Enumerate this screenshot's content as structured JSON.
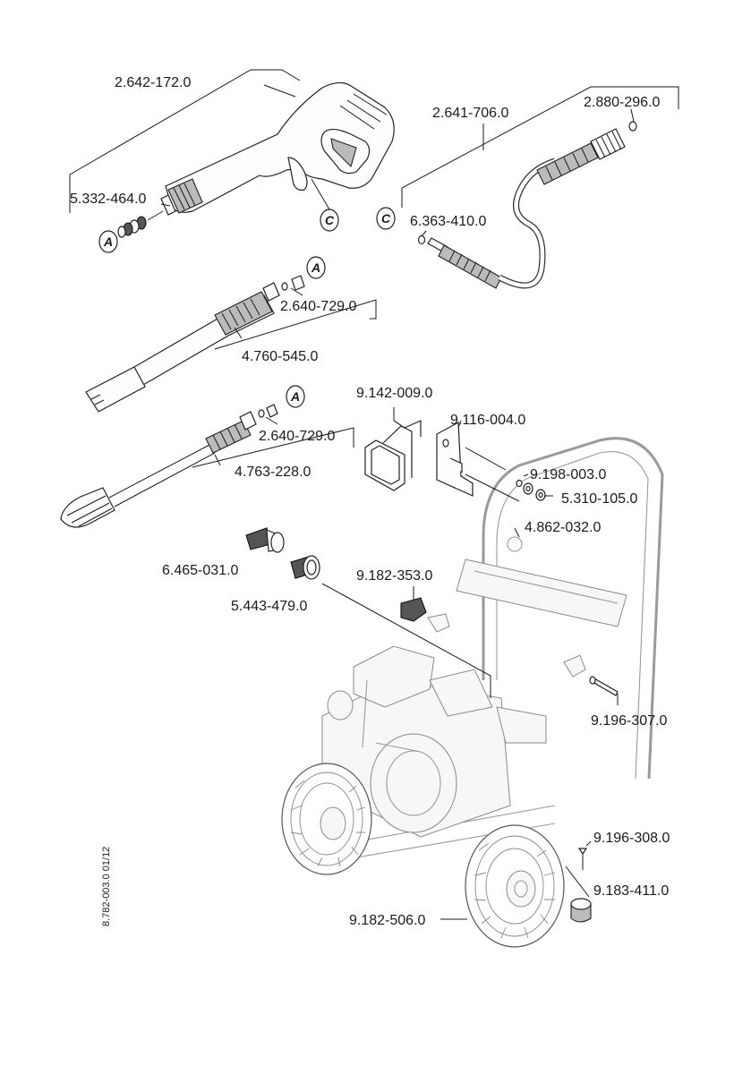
{
  "document_id": "8.782-003.0 01/12",
  "callout_markers": {
    "A": "A",
    "C": "C"
  },
  "parts": [
    {
      "id": "trigger-gun",
      "label": "2.642-172.0"
    },
    {
      "id": "gun-swivel",
      "label": "5.332-464.0"
    },
    {
      "id": "hose",
      "label": "2.641-706.0"
    },
    {
      "id": "hose-fitting",
      "label": "2.880-296.0"
    },
    {
      "id": "hose-oring",
      "label": "6.363-410.0"
    },
    {
      "id": "lance-oring-1",
      "label": "2.640-729.0"
    },
    {
      "id": "spray-lance",
      "label": "4.760-545.0"
    },
    {
      "id": "lance-oring-2",
      "label": "2.640-729.0"
    },
    {
      "id": "rotary-nozzle-lance",
      "label": "4.763-228.0"
    },
    {
      "id": "adapter",
      "label": "6.465-031.0"
    },
    {
      "id": "connector",
      "label": "5.443-479.0"
    },
    {
      "id": "hose-holder",
      "label": "9.142-009.0"
    },
    {
      "id": "bracket",
      "label": "9.116-004.0"
    },
    {
      "id": "screw-1",
      "label": "9.198-003.0"
    },
    {
      "id": "washer",
      "label": "5.310-105.0"
    },
    {
      "id": "push-handle",
      "label": "4.862-032.0"
    },
    {
      "id": "star-knob",
      "label": "9.182-353.0"
    },
    {
      "id": "bolt",
      "label": "9.196-307.0"
    },
    {
      "id": "screw-2",
      "label": "9.196-308.0"
    },
    {
      "id": "rubber-foot",
      "label": "9.183-411.0"
    },
    {
      "id": "wheel",
      "label": "9.182-506.0"
    }
  ]
}
